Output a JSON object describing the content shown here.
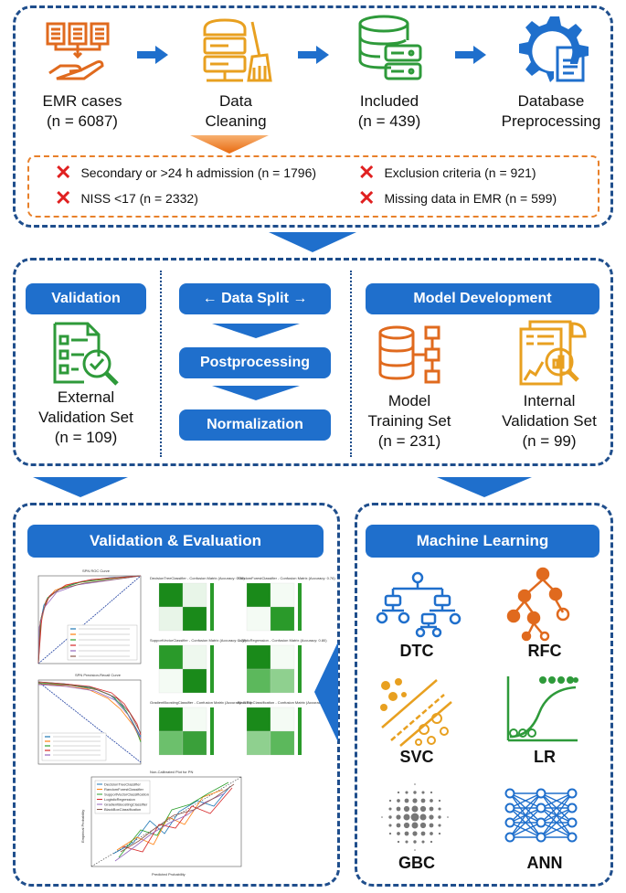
{
  "top": {
    "steps": [
      {
        "label1": "EMR cases",
        "label2": "(n = 6087)"
      },
      {
        "label1": "Data",
        "label2": "Cleaning"
      },
      {
        "label1": "Included",
        "label2": "(n = 439)"
      },
      {
        "label1": "Database",
        "label2": "Preprocessing"
      }
    ],
    "exclusions": [
      "Secondary or >24 h admission (n = 1796)",
      "NISS <17 (n = 2332)",
      "Exclusion criteria (n = 921)",
      "Missing data in EMR (n = 599)"
    ],
    "icon_names": [
      "document-hand-icon",
      "server-cleaning-icon",
      "database-icon",
      "gear-document-icon"
    ]
  },
  "middle": {
    "validation_btn": "Validation",
    "data_split_btn": "← Data Split →",
    "postprocessing_btn": "Postprocessing",
    "normalization_btn": "Normalization",
    "model_dev_btn": "Model Development",
    "external": {
      "l1": "External",
      "l2": "Validation Set",
      "l3": "(n = 109)"
    },
    "training": {
      "l1": "Model",
      "l2": "Training Set",
      "l3": "(n = 231)"
    },
    "internal": {
      "l1": "Internal",
      "l2": "Validation Set",
      "l3": "(n = 99)"
    }
  },
  "bottom": {
    "eval_btn": "Validation & Evaluation",
    "ml_btn": "Machine Learning",
    "models": [
      "DTC",
      "RFC",
      "SVC",
      "LR",
      "GBC",
      "ANN"
    ],
    "roc_title": "SPN ROC Curve",
    "pr_title": "SPN Precision-Recall Curve",
    "calib_title": "Non-Calibrated Plot for PN",
    "calib_xlabel": "Predicted Probability",
    "calib_ylabel": "Empirical Probability",
    "calib_legend": [
      "DecisionTreeClassifier",
      "RandomForestClassifier",
      "SupportVectorClassification",
      "LogisticRegression",
      "GradientBoostingClassifier",
      "BlackBoxClassification"
    ],
    "cm_titles": [
      "DecisionTreeClassifier - Confusion Matrix (Accuracy: 0.72)",
      "RandomForestClassifier - Confusion Matrix (Accuracy: 0.76)",
      "SupportVectorClassifier - Confusion Matrix (Accuracy: 0.72)",
      "LogisticRegression - Confusion Matrix (Accuracy: 0.80)",
      "GradientBoostingClassifier - Confusion Matrix (Accuracy: 0.74)",
      "BlackBoxClassification - Confusion Matrix (Accuracy: 0.79)"
    ]
  },
  "colors": {
    "blue": "#1f6fcc",
    "dark_blue": "#1f4e8c",
    "orange": "#e06a1e",
    "green": "#2e9a3a",
    "red": "#e02020"
  }
}
